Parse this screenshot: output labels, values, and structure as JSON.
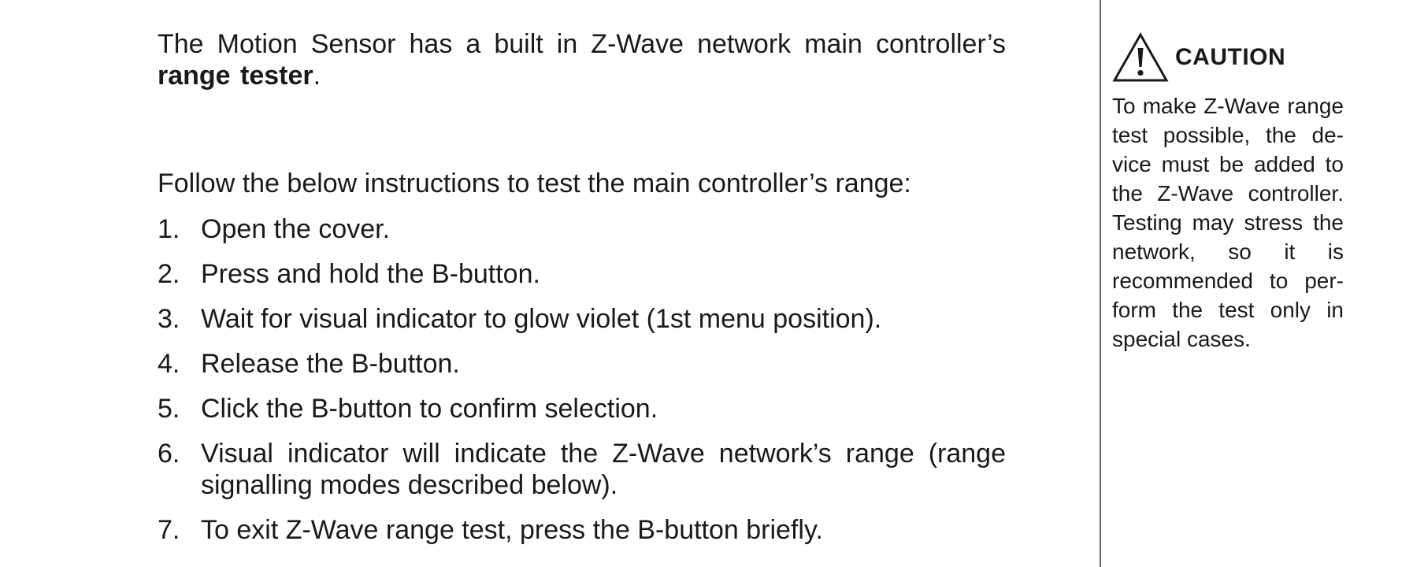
{
  "intro": {
    "text_before": "The Motion Sensor has a built in Z-Wave network main controller’s ",
    "bold": "range tester",
    "text_after": "."
  },
  "instructions": {
    "lead": "Follow the below instructions to test the main controller’s range:",
    "steps": [
      {
        "num": "1.",
        "text": "Open the cover."
      },
      {
        "num": "2.",
        "text": "Press and hold the B-button."
      },
      {
        "num": "3.",
        "text": "Wait for visual indicator to glow violet (1st menu position)."
      },
      {
        "num": "4.",
        "text": "Release the B-button."
      },
      {
        "num": "5.",
        "text": "Click the B-button to confirm selection."
      },
      {
        "num": "6.",
        "text": "Visual indicator will indicate the Z-Wave network’s range (range signalling modes described below)."
      },
      {
        "num": "7.",
        "text": "To exit Z-Wave range test, press the B-button briefly."
      }
    ]
  },
  "caution": {
    "icon": "warning-triangle-icon",
    "title": "CAUTION",
    "body": "To make Z-Wave range test possible, the de­vice must be added to the Z-Wave control­ler. Testing may stress the network, so it is recommended to per­form the test only in special cases."
  }
}
